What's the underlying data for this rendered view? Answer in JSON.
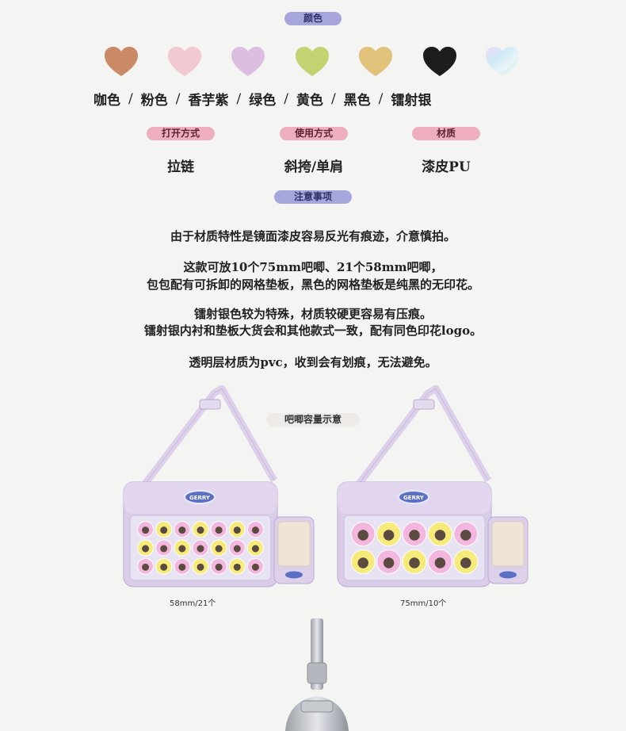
{
  "sections": {
    "color_label": "颜色",
    "open_label": "打开方式",
    "use_label": "使用方式",
    "material_label": "材质",
    "notes_label": "注意事项",
    "capacity_label": "吧唧容量示意"
  },
  "colors": [
    {
      "name": "咖色",
      "hex": "#c98a65"
    },
    {
      "name": "粉色",
      "hex": "#f2c9d0"
    },
    {
      "name": "香芋紫",
      "hex": "#dcbfe0"
    },
    {
      "name": "绿色",
      "hex": "#c4d272"
    },
    {
      "name": "黄色",
      "hex": "#e2c27a"
    },
    {
      "name": "黑色",
      "hex": "#1d1d1d"
    },
    {
      "name": "镭射银",
      "hex": "#cfe6f1"
    }
  ],
  "separator": "/",
  "specs": {
    "open_value": "拉链",
    "use_value": "斜挎/单肩",
    "material_value": "漆皮PU"
  },
  "notes": {
    "line1": "由于材质特性是镜面漆皮容易反光有痕迹，介意慎拍。",
    "line2": "这款可放10个75mm吧唧、21个58mm吧唧，",
    "line3": "包包配有可拆卸的网格垫板，黑色的网格垫板是纯黑的无印花。",
    "line4": "镭射银色较为特殊，材质较硬更容易有压痕。",
    "line5": "镭射银内衬和垫板大货会和其他款式一致，配有同色印花logo。",
    "line6": "透明层材质为pvc，收到会有划痕，无法避免。"
  },
  "bags": [
    {
      "caption": "58mm/21个",
      "badge_count": 21
    },
    {
      "caption": "75mm/10个",
      "badge_count": 10
    }
  ],
  "bag_logo_text": "GERRY"
}
